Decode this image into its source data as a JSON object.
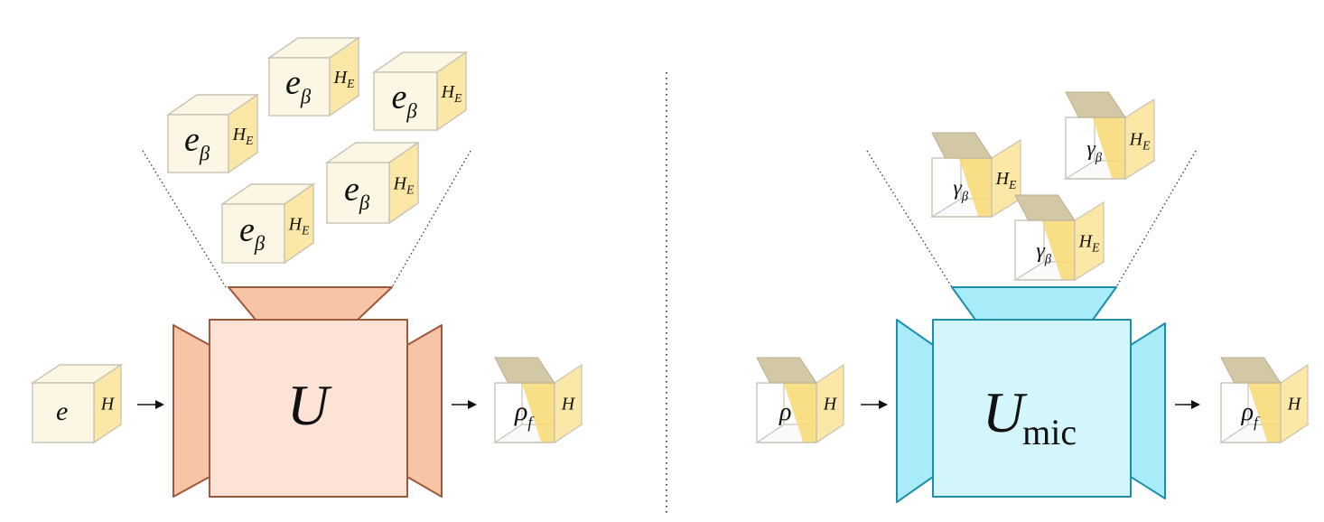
{
  "colors": {
    "classical_machine_fill": "#fde3d5",
    "classical_machine_side": "#f6c4a6",
    "classical_machine_stroke": "#a0583a",
    "quantum_machine_fill": "#d3f5fc",
    "quantum_machine_side": "#a9ecf9",
    "quantum_machine_stroke": "#1c8fae",
    "cube_front": "#fcf6e4",
    "cube_side": "#fbe8a6",
    "cube_highlight": "#f7da7a",
    "cube_lid": "#d2c8a6",
    "cube_edge": "#c9c3b4"
  },
  "left_panel": {
    "machine_label": {
      "main": "U",
      "subscript": ""
    },
    "input_cube": {
      "symbol": "e",
      "subscript": "",
      "space": "H"
    },
    "output_cube": {
      "symbol": "ρ",
      "subscript": "f",
      "space": "H"
    },
    "environment_cubes": [
      {
        "symbol": "e",
        "subscript": "β",
        "space": "H",
        "space_sub": "E"
      },
      {
        "symbol": "e",
        "subscript": "β",
        "space": "H",
        "space_sub": "E"
      },
      {
        "symbol": "e",
        "subscript": "β",
        "space": "H",
        "space_sub": "E"
      },
      {
        "symbol": "e",
        "subscript": "β",
        "space": "H",
        "space_sub": "E"
      },
      {
        "symbol": "e",
        "subscript": "β",
        "space": "H",
        "space_sub": "E"
      }
    ]
  },
  "right_panel": {
    "machine_label": {
      "main": "U",
      "subscript": "mic"
    },
    "input_cube": {
      "symbol": "ρ",
      "subscript": "",
      "space": "H"
    },
    "output_cube": {
      "symbol": "ρ",
      "subscript": "f",
      "space": "H"
    },
    "environment_cubes": [
      {
        "symbol": "γ",
        "subscript": "β",
        "space": "H",
        "space_sub": "E"
      },
      {
        "symbol": "γ",
        "subscript": "β",
        "space": "H",
        "space_sub": "E"
      },
      {
        "symbol": "γ",
        "subscript": "β",
        "space": "H",
        "space_sub": "E"
      }
    ]
  }
}
